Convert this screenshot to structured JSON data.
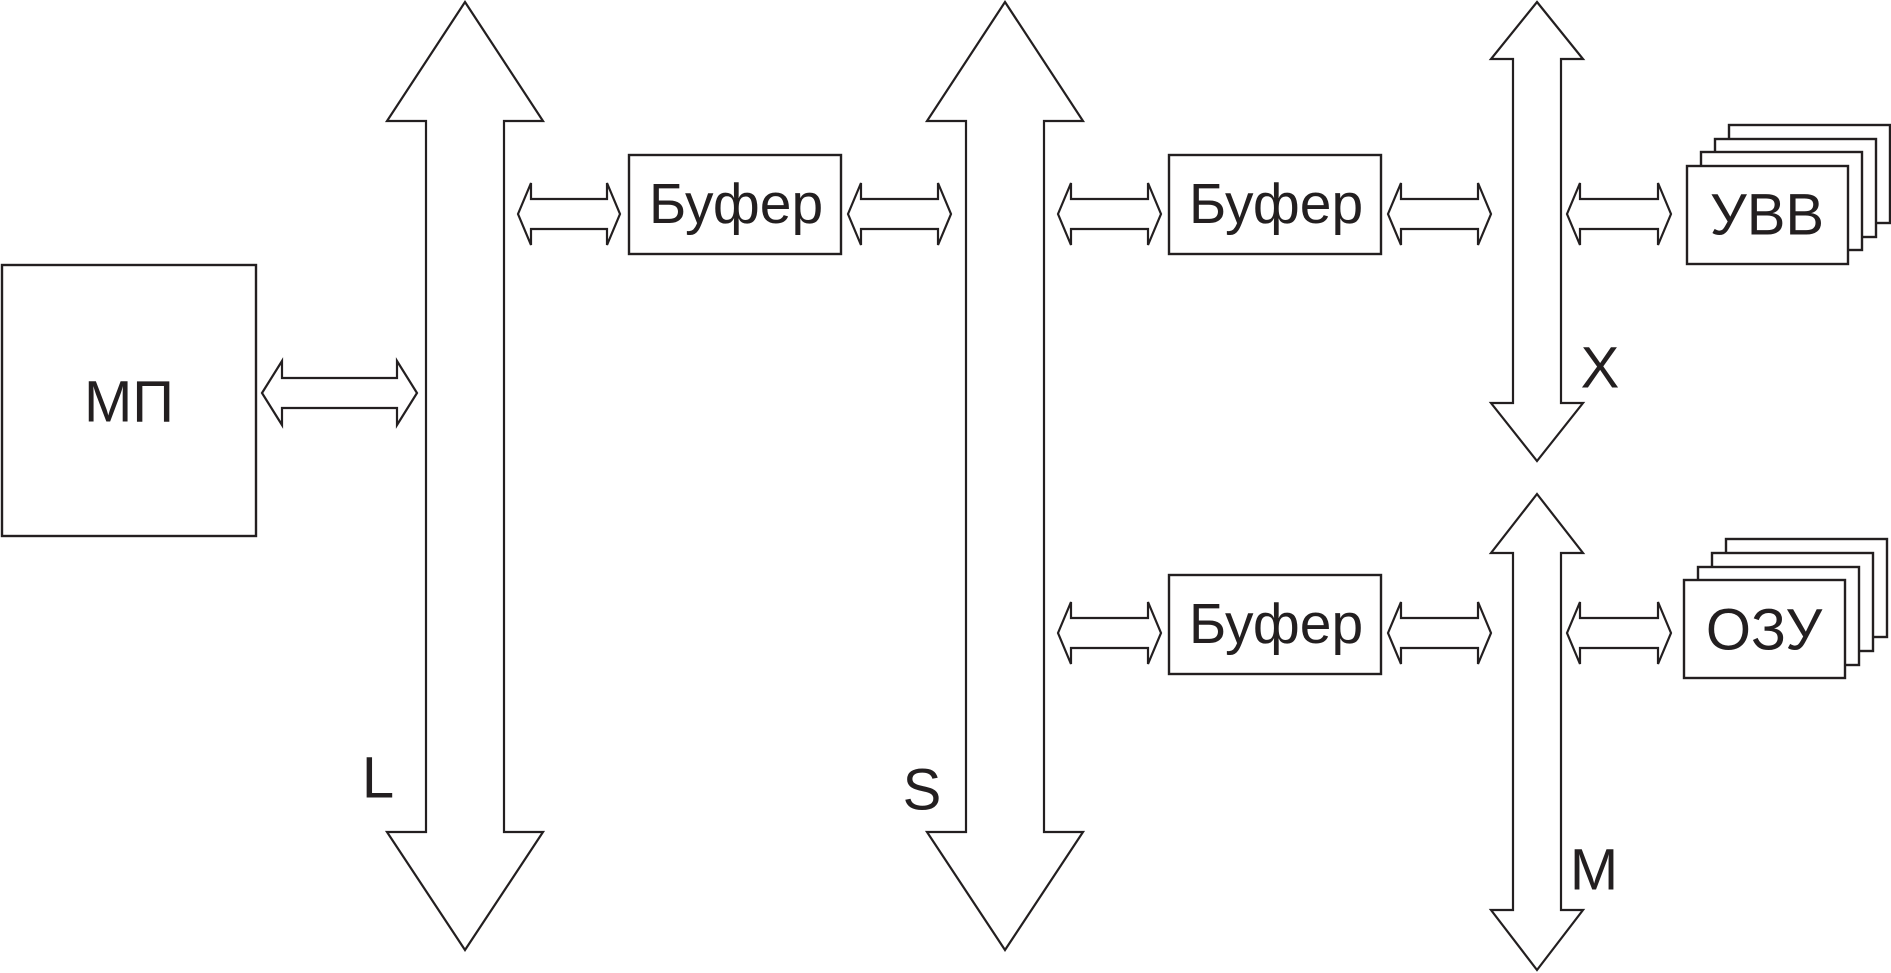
{
  "blocks": {
    "mp": "МП",
    "buffer_top_1": "Буфер",
    "buffer_top_2": "Буфер",
    "buffer_bottom": "Буфер",
    "uvv": "УВВ",
    "ozu": "ОЗУ"
  },
  "buses": {
    "l": "L",
    "s": "S",
    "x": "X",
    "m": "M"
  },
  "colors": {
    "stroke": "#231f20",
    "fill": "#ffffff"
  },
  "icons": {
    "bus": "double-headed-bus-arrow",
    "link": "double-headed-link-arrow"
  }
}
